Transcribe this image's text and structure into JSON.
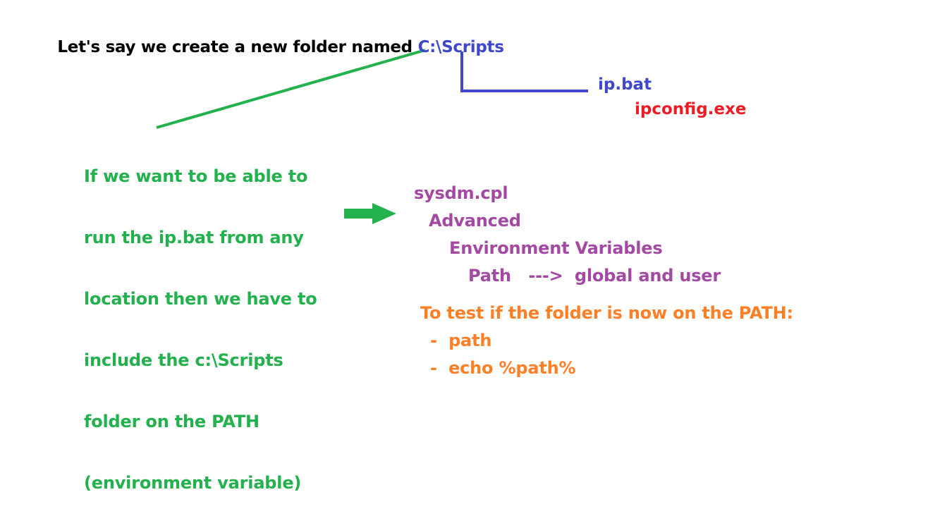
{
  "title": {
    "prefix": "Let's say we create a new folder named ",
    "folder": "C:\\Scripts"
  },
  "files": {
    "bat": "ip.bat",
    "exe": "ipconfig.exe"
  },
  "note": {
    "lines": [
      "If we want to be able to",
      "run the ip.bat from any",
      "location then we have to",
      "include the c:\\Scripts",
      "folder on the PATH",
      "(environment variable)"
    ]
  },
  "steps": [
    "sysdm.cpl",
    "Advanced",
    "Environment Variables",
    "Path   --->  global and user"
  ],
  "test": {
    "heading": "To test if the folder is now on the PATH:",
    "items": [
      "-  path",
      "-  echo %path%"
    ]
  },
  "colors": {
    "black": "#000000",
    "blue": "#3f48cc",
    "red": "#ed1c24",
    "green": "#22b14c",
    "purple": "#a349a4",
    "orange": "#ff7f27"
  }
}
